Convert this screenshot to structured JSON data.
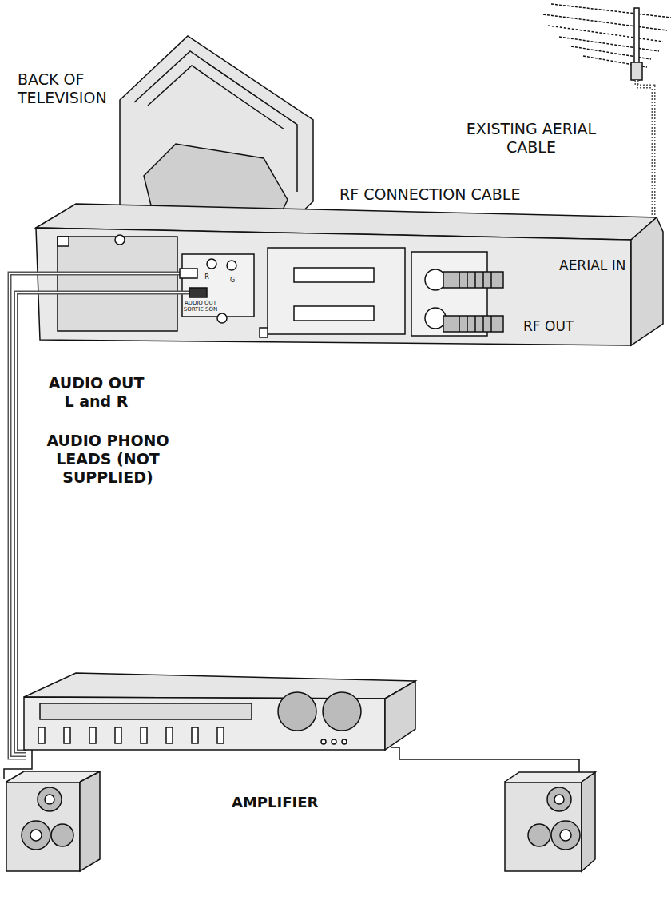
{
  "diagram": {
    "labels": [
      "BACK OF TELEVISION",
      "EXISTING AERIAL CABLE",
      "RF CONNECTION CABLE",
      "AUDIO OUT SORTIE SON",
      "R",
      "G",
      "AERIAL IN",
      "RF OUT",
      "AUDIO OUT L and R",
      "AUDIO PHONO LEADS (NOT SUPPLIED)",
      "AMPLIFIER"
    ]
  }
}
